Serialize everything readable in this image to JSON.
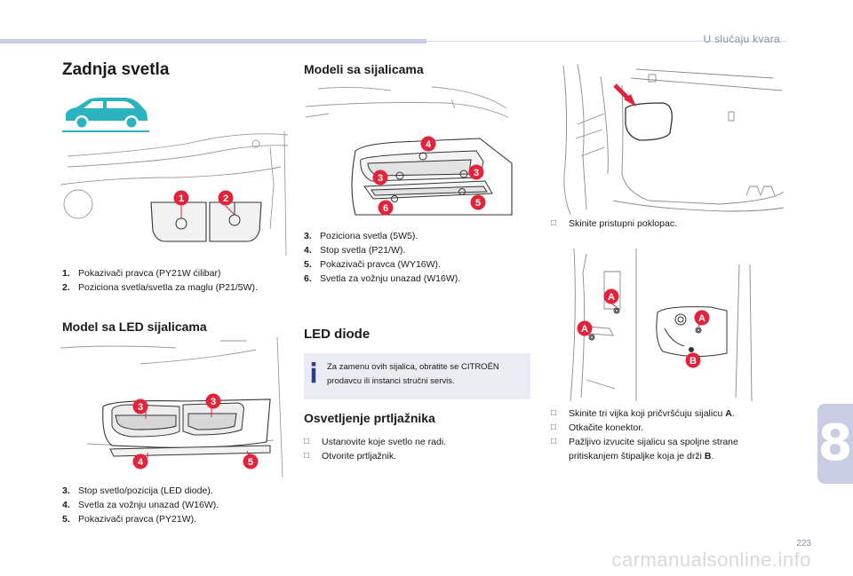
{
  "header": {
    "chapter_title": "U slučaju kvara",
    "chapter_number": "8",
    "page_number": "223",
    "watermark": "carmanualsonline.info"
  },
  "col1": {
    "title": "Zadnja svetla",
    "list1": [
      {
        "n": "1.",
        "t": "Pokazivači pravca (PY21W ćilibar)"
      },
      {
        "n": "2.",
        "t": "Poziciona svetla/svetla za maglu (P21/5W)."
      }
    ],
    "subtitle": "Model sa LED sijalicama",
    "list2": [
      {
        "n": "3.",
        "t": "Stop svetlo/pozicija (LED diode)."
      },
      {
        "n": "4.",
        "t": "Svetla za vožnju unazad (W16W)."
      },
      {
        "n": "5.",
        "t": "Pokazivači pravca (PY21W)."
      }
    ]
  },
  "col2": {
    "title": "Modeli sa sijalicama",
    "list": [
      {
        "n": "3.",
        "t": "Poziciona svetla (5W5)."
      },
      {
        "n": "4.",
        "t": "Stop svetla (P21/W)."
      },
      {
        "n": "5.",
        "t": "Pokazivači pravca (WY16W)."
      },
      {
        "n": "6.",
        "t": "Svetla za vožnju unazad (W16W)."
      }
    ],
    "led_title": "LED diode",
    "note": "Za zamenu ovih sijalica, obratite se CITROËN prodavcu ili instanci stručni servis.",
    "trunk_title": "Osvetljenje prtljažnika",
    "trunk_steps": [
      "Ustanovite koje svetlo ne radi.",
      "Otvorite prtljažnik."
    ]
  },
  "col3": {
    "step1": "Skinite pristupni poklopac.",
    "steps2_a": "Skinite tri vijka koji pričvršćuju sijalicu ",
    "steps2_a_bold": "A",
    "steps2_b": "Otkačite konektor.",
    "steps2_c": "Pažljivo izvucite sijalicu sa spoljne strane pritiskanjem štipaljke koja je drži ",
    "steps2_c_bold": "B"
  },
  "labels": {
    "fig1": [
      "1",
      "2"
    ],
    "fig2": [
      "3",
      "3",
      "4",
      "5"
    ],
    "fig3": [
      "4",
      "3",
      "3",
      "6",
      "5"
    ],
    "fig5": [
      "A",
      "A",
      "A",
      "B"
    ]
  },
  "colors": {
    "accent": "#e2233c",
    "car": "#2bb3c0",
    "bar": "#c9cde4",
    "note_bar": "#2d3e8f"
  },
  "icons": [
    "car-icon",
    "info-icon",
    "checkbox-bullet-icon",
    "arrow-icon"
  ]
}
